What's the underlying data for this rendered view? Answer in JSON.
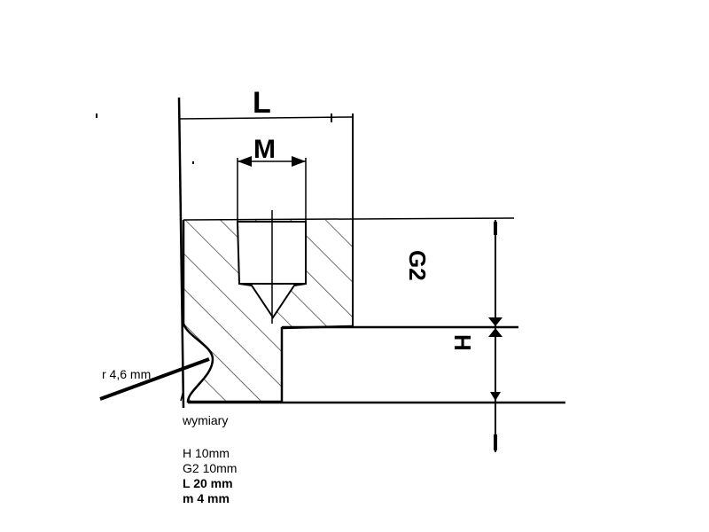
{
  "labels": {
    "L": "L",
    "M": "M",
    "G2": "G2",
    "H": "H",
    "radius": "r 4,6 mm"
  },
  "legend": {
    "title": "wymiary",
    "lines": [
      "H 10mm",
      "G2 10mm",
      "L  20 mm",
      "m 4 mm"
    ]
  },
  "colors": {
    "ink": "#000000",
    "hatch": "#333333",
    "background": "#ffffff"
  }
}
